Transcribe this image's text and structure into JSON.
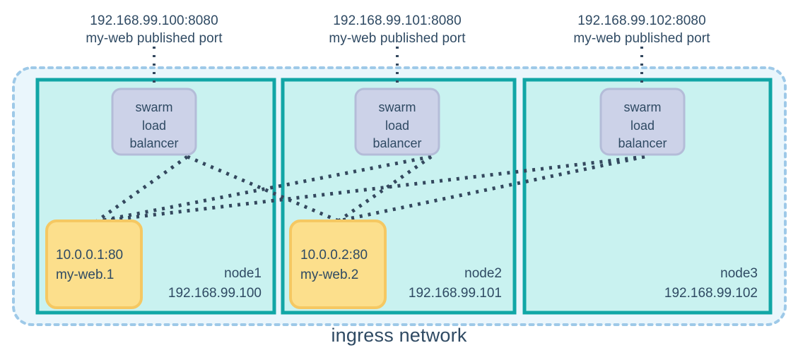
{
  "diagram": {
    "title": "ingress network",
    "colors": {
      "ingress_fill": "#eaf6fc",
      "ingress_border": "#9ec9e8",
      "node_fill": "#c9f2f0",
      "node_border": "#12a6a6",
      "lb_fill": "#ccd2e8",
      "lb_border": "#b4bcd8",
      "task_fill": "#fcdf8c",
      "task_border": "#f5c862",
      "connector": "#34485e",
      "text": "#2f4a63"
    },
    "published_ports": [
      {
        "id": "published-port-node1",
        "address": "192.168.99.100:8080",
        "description": "my-web published port"
      },
      {
        "id": "published-port-node2",
        "address": "192.168.99.101:8080",
        "description": "my-web published port"
      },
      {
        "id": "published-port-node3",
        "address": "192.168.99.102:8080",
        "description": "my-web published port"
      }
    ],
    "nodes": [
      {
        "id": "node1",
        "name": "node1",
        "ip": "192.168.99.100",
        "load_balancer": {
          "line1": "swarm",
          "line2": "load",
          "line3": "balancer"
        },
        "task": {
          "address": "10.0.0.1:80",
          "name": "my-web.1"
        }
      },
      {
        "id": "node2",
        "name": "node2",
        "ip": "192.168.99.101",
        "load_balancer": {
          "line1": "swarm",
          "line2": "load",
          "line3": "balancer"
        },
        "task": {
          "address": "10.0.0.2:80",
          "name": "my-web.2"
        }
      },
      {
        "id": "node3",
        "name": "node3",
        "ip": "192.168.99.102",
        "load_balancer": {
          "line1": "swarm",
          "line2": "load",
          "line3": "balancer"
        },
        "task": null
      }
    ]
  }
}
